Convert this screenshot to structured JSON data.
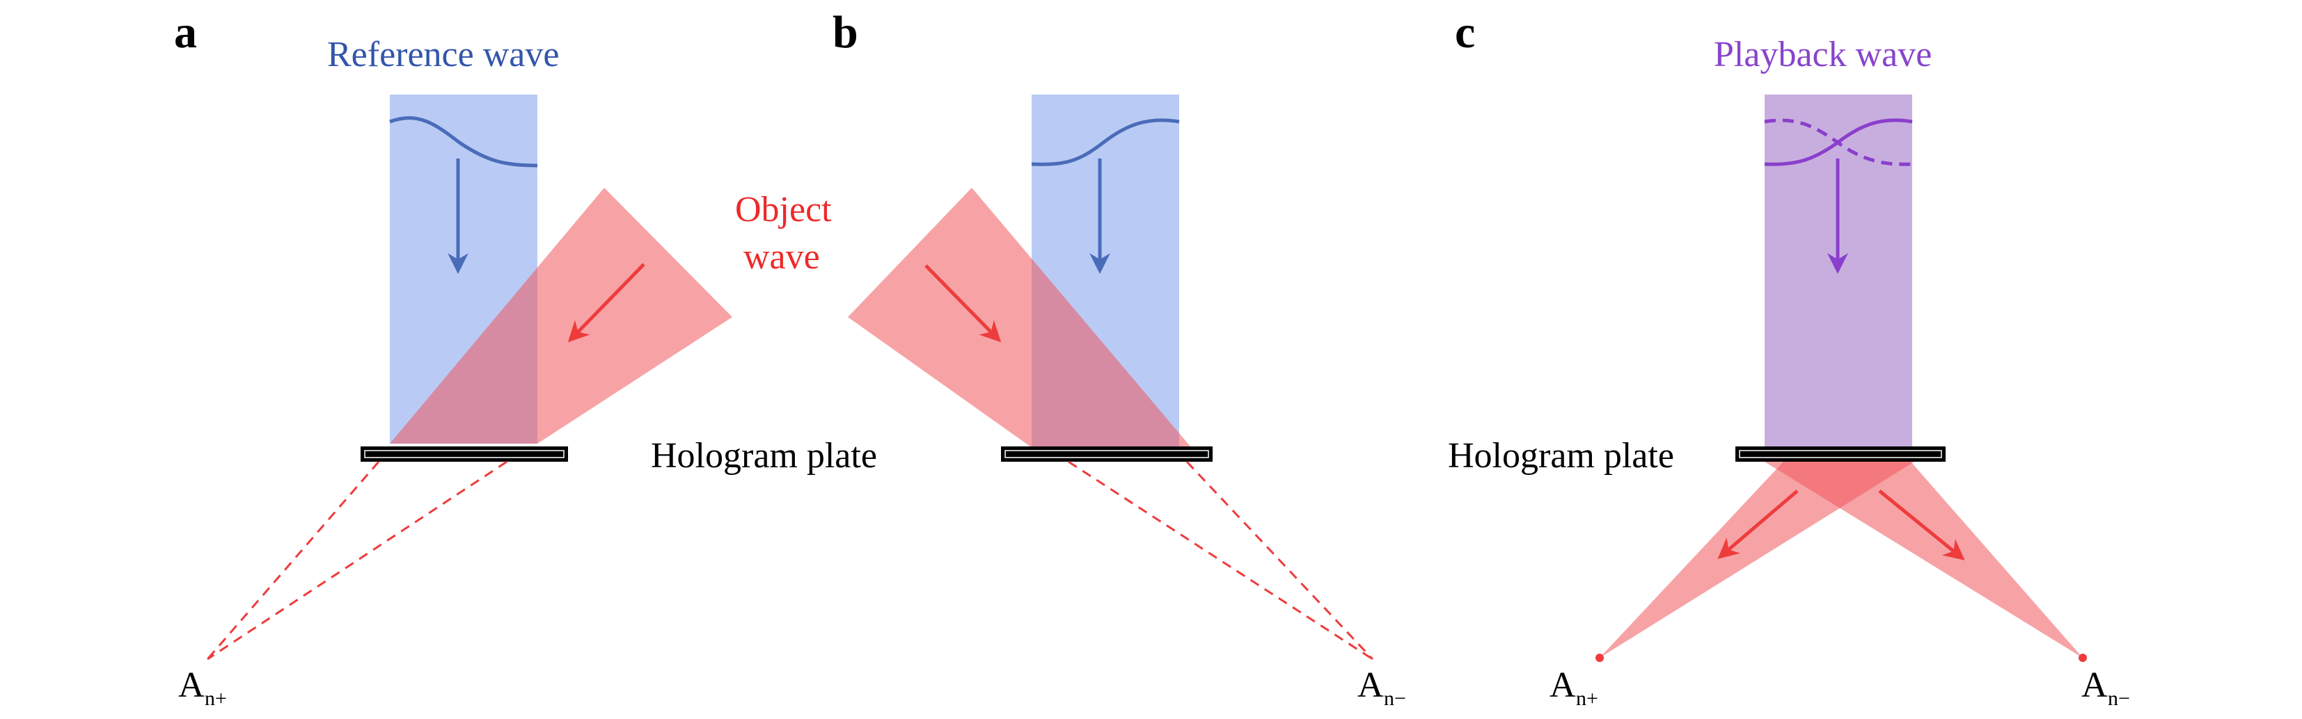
{
  "colors": {
    "reference_beam": "#b9cbf5",
    "reference_stroke": "#4a6cb8",
    "object_beam": "#f0585c",
    "object_stroke": "#ee3c3c",
    "playback_beam": "#c8aedf",
    "playback_stroke": "#8a3fcc",
    "plate": "#000000"
  },
  "panels": {
    "a": {
      "letter": "a",
      "reference_label": "Reference wave",
      "image_point": {
        "base": "A",
        "sub": "n+"
      }
    },
    "b": {
      "letter": "b",
      "object_label_line1": "Object",
      "object_label_line2": "wave",
      "plate_label": "Hologram plate",
      "image_point": {
        "base": "A",
        "sub": "n−"
      }
    },
    "c": {
      "letter": "c",
      "playback_label": "Playback wave",
      "plate_label": "Hologram plate",
      "image_point_left": {
        "base": "A",
        "sub": "n+"
      },
      "image_point_right": {
        "base": "A",
        "sub": "n−"
      }
    }
  }
}
